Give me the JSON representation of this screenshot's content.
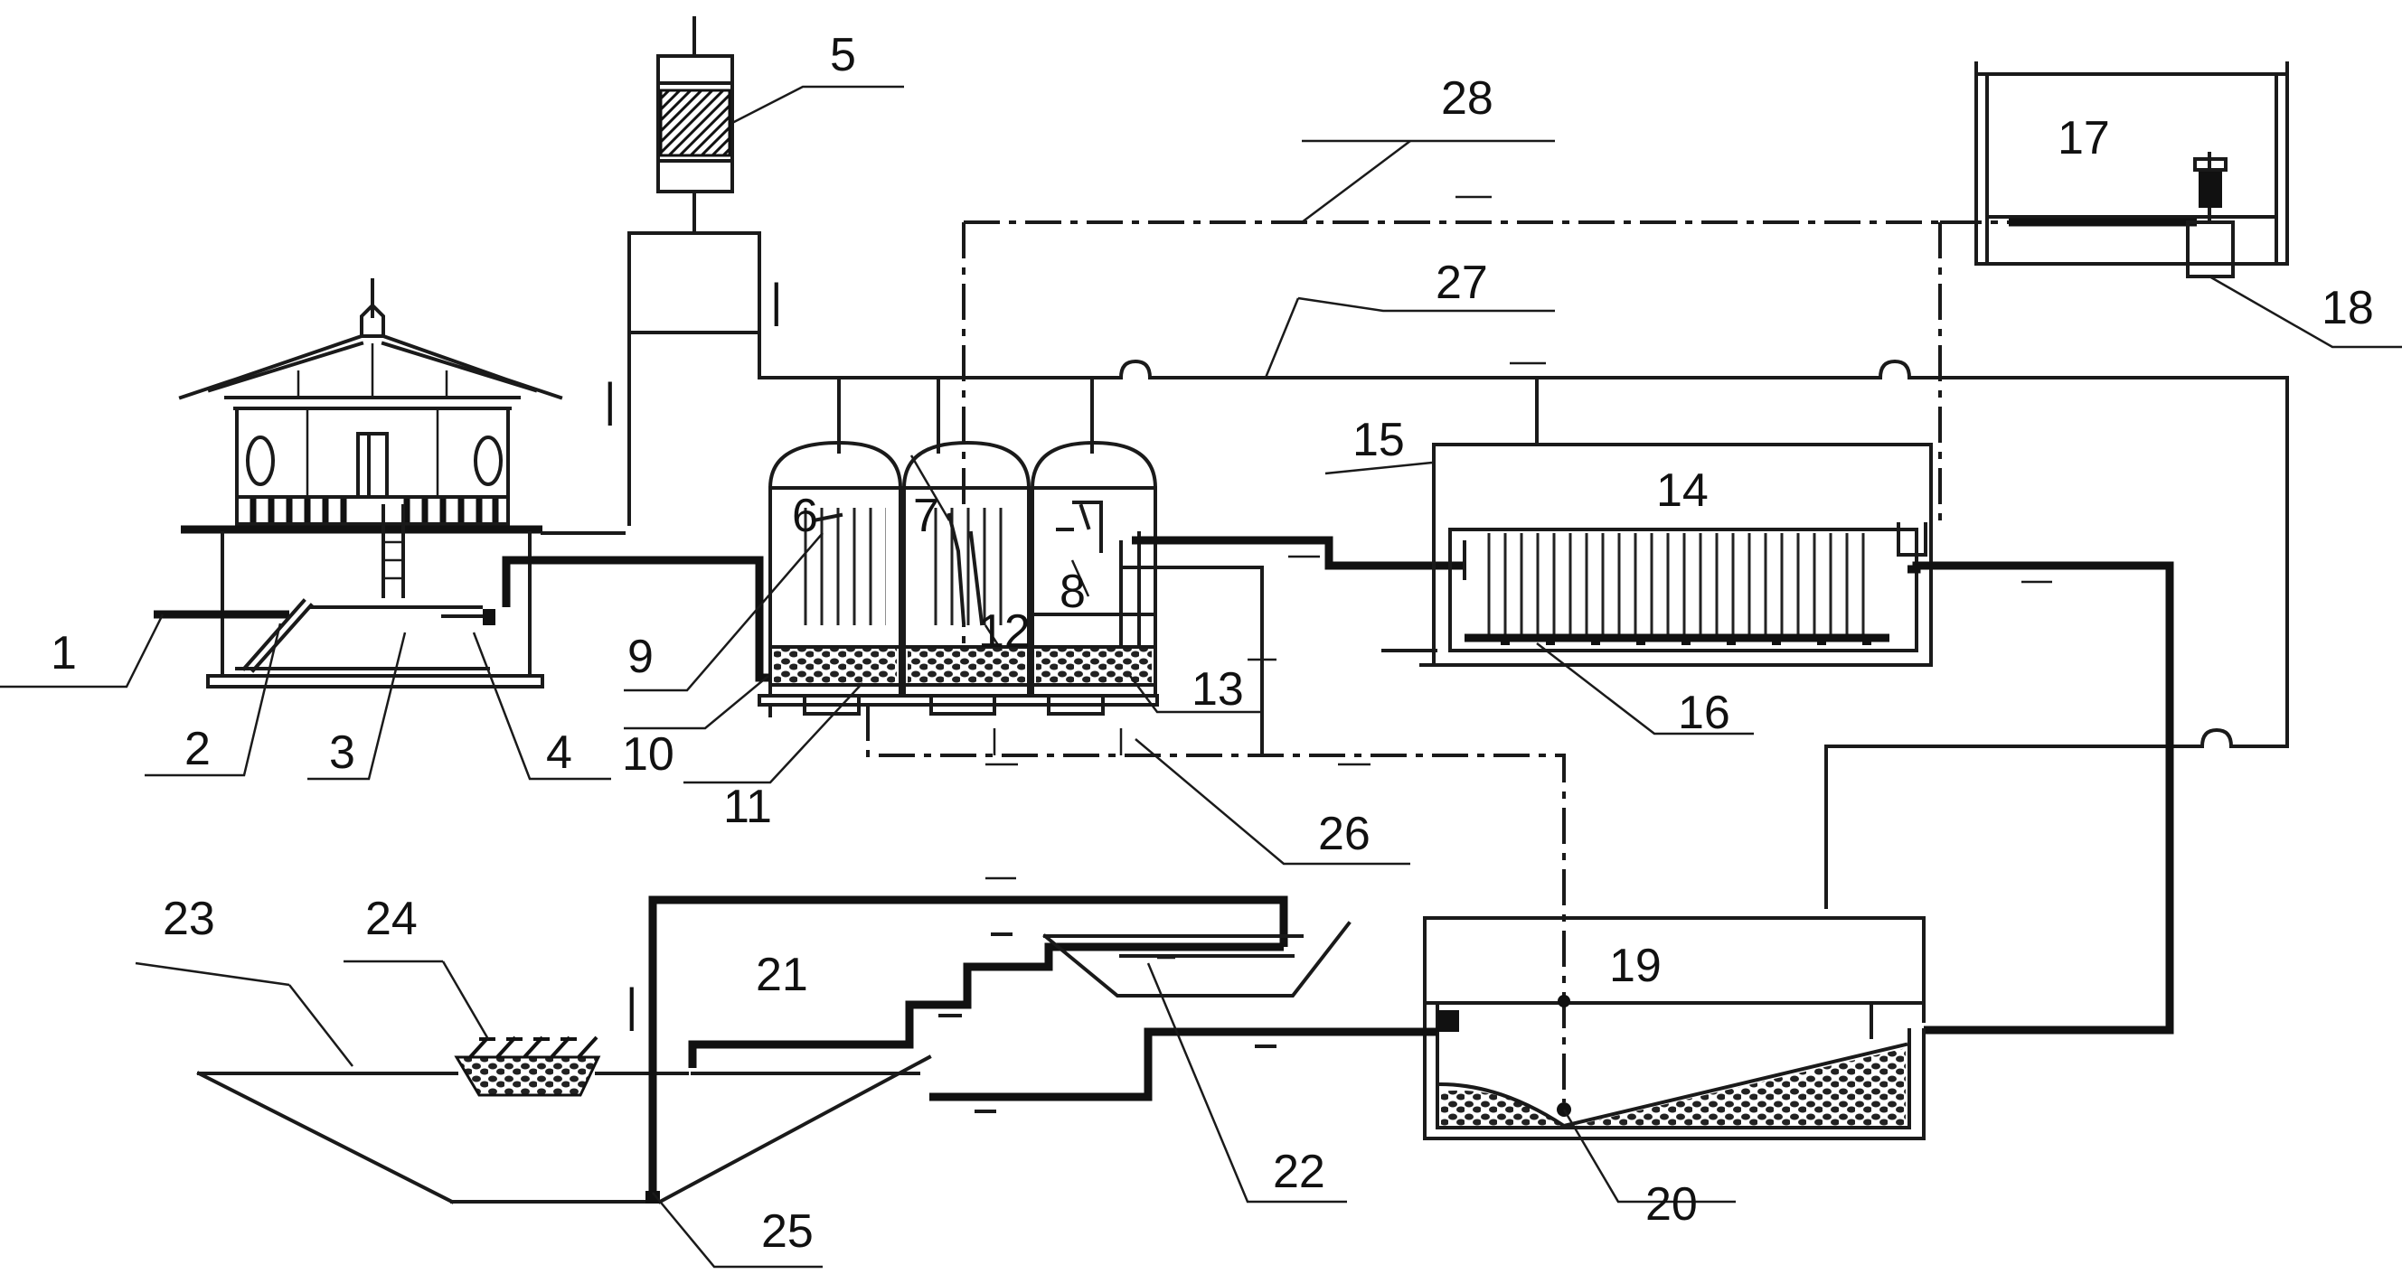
{
  "labels": {
    "n1": "1",
    "n2": "2",
    "n3": "3",
    "n4": "4",
    "n5": "5",
    "n6": "6",
    "n7": "7",
    "n8": "8",
    "n9": "9",
    "n10": "10",
    "n11": "11",
    "n12": "12",
    "n13": "13",
    "n14": "14",
    "n15": "15",
    "n16": "16",
    "n17": "17",
    "n18": "18",
    "n19": "19",
    "n20": "20",
    "n21": "21",
    "n22": "22",
    "n23": "23",
    "n24": "24",
    "n25": "25",
    "n26": "26",
    "n27": "27",
    "n28": "28"
  }
}
